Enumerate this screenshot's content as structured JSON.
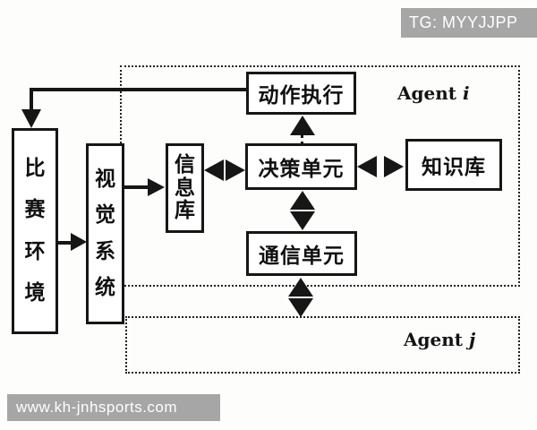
{
  "watermarks": {
    "top": "TG: MYYJJPP",
    "bottom": "www.kh-jnhsports.com"
  },
  "diagram": {
    "agents": {
      "i": {
        "name": "Agent",
        "var": "i"
      },
      "j": {
        "name": "Agent",
        "var": "j"
      }
    },
    "nodes": {
      "environment": "比赛环境",
      "vision_system": "视觉系统",
      "info_base": "信息库",
      "action_exec": "动作执行",
      "decision_unit": "决策单元",
      "knowledge_base": "知识库",
      "comm_unit": "通信单元"
    },
    "colors": {
      "ink": "#161616",
      "watermark_bg": "#a6a6a6",
      "watermark_text": "#ffffff",
      "background": "#ffffff"
    }
  }
}
